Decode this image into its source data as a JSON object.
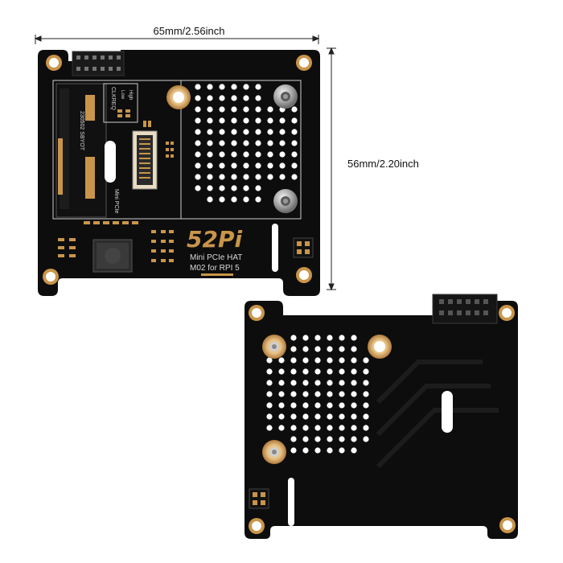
{
  "dimensions": {
    "width_label": "65mm/2.56inch",
    "height_label": "56mm/2.20inch"
  },
  "front_board": {
    "brand_logo": "52Pi",
    "product_line1": "Mini PCIe HAT",
    "product_line2": "M02 for RPI 5",
    "socket_label": "Mini PCIe",
    "clkreq_label": "CLKREQ",
    "clkreq_low": "Low",
    "clkreq_high": "High",
    "date_code": "230502 SBYOT"
  },
  "colors": {
    "pcb": "#0d0d0d",
    "silkscreen": "#dcdcdc",
    "gold_pad": "#c9954a",
    "dimension_line": "#222222"
  }
}
